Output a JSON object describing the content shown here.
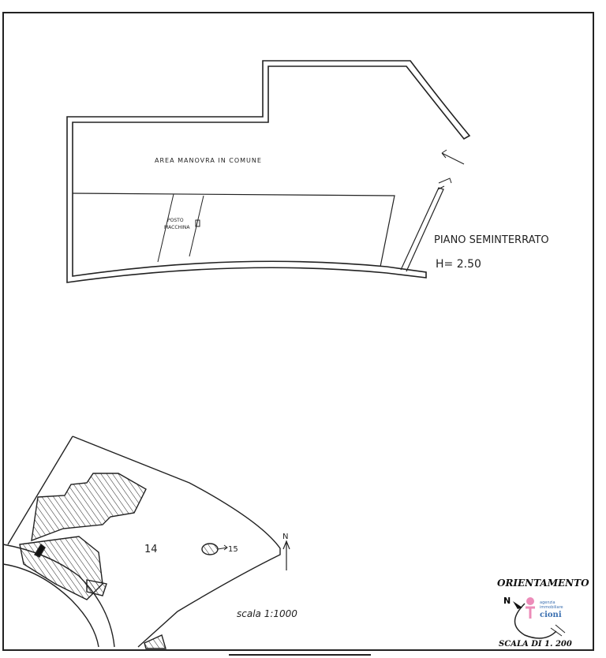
{
  "plan": {
    "area_label": "AREA MANOVRA IN COMUNE",
    "posto_line1": "POSTO",
    "posto_line2": "MACCHINA",
    "floor_title": "PIANO SEMINTERRATO",
    "height_label": "H= 2.50"
  },
  "site_map": {
    "lot_14": "14",
    "lot_15": "15",
    "north": "N",
    "scale": "scala 1:1000"
  },
  "legend": {
    "title": "ORIENTAMENTO",
    "north": "N",
    "scale": "SCALA DI 1. 200",
    "logo_line1": "agenzia",
    "logo_line2": "immobiliare",
    "logo_name": "cioni",
    "logo_color": "#e0408a",
    "logo_text_color": "#3a6fb0"
  }
}
